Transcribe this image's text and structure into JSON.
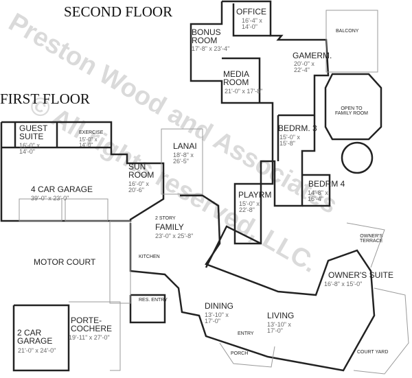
{
  "titles": {
    "second_floor": "SECOND FLOOR",
    "first_floor": "FIRST FLOOR"
  },
  "watermark": "Preston Wood and Associates © All rights reserved, LLC.",
  "second_floor_rooms": {
    "office": {
      "name": "OFFICE",
      "dims": "16'-4\" x\n14'-0\""
    },
    "bonus": {
      "name": "BONUS\nROOM",
      "dims": "17'-8\" x 23'-4\""
    },
    "balcony": {
      "name": "BALCONY"
    },
    "gamerm": {
      "name": "GAMERM.",
      "dims": "20'-0\" x\n22'-4\""
    },
    "media": {
      "name": "MEDIA\nROOM",
      "dims": "21'-0\" x 17'-8\""
    },
    "open_family": {
      "name": "OPEN TO\nFAMILY ROOM"
    },
    "bedrm3": {
      "name": "BEDRM. 3",
      "dims": "15'-0\" x\n15'-8\""
    },
    "bedrm4": {
      "name": "BEDRM 4",
      "dims": "14'-8\" x\n16'-4\""
    },
    "playrm": {
      "name": "PLAYRM",
      "dims": "15'-0\" x\n22'-8\""
    }
  },
  "first_floor_rooms": {
    "guest": {
      "name": "GUEST\nSUITE",
      "dims": "16'-0\" x\n14'-0\""
    },
    "exercise": {
      "name": "EXERCISE",
      "dims": "15'-0\" x\n14'-0\""
    },
    "lanai": {
      "name": "LANAI",
      "dims": "18'-8\" x\n26'-5\""
    },
    "sunroom": {
      "name": "SUN\nROOM",
      "dims": "16'-0\" x\n20'-6\""
    },
    "garage4": {
      "name": "4 CAR GARAGE",
      "dims": "39'-0\" x 23'-0\""
    },
    "family": {
      "pre": "2 STORY",
      "name": "FAMILY",
      "dims": "23'-0\" x 25'-8\""
    },
    "motor_court": {
      "name": "MOTOR COURT"
    },
    "kitchen": {
      "name": "KITCHEN"
    },
    "res_entry": {
      "name": "RES. ENTRY"
    },
    "dining": {
      "name": "DINING",
      "dims": "13'-10\" x\n17'-0\""
    },
    "living": {
      "name": "LIVING",
      "dims": "13'-10\" x\n17'-0\""
    },
    "owners_terrace": {
      "name": "OWNER'S\nTERRACE"
    },
    "owners_suite": {
      "name": "OWNER'S SUITE",
      "dims": "16'-8\" x 15'-0\""
    },
    "porte": {
      "name": "PORTE-\nCOCHERE",
      "dims": "19'-11\" x 27'-0\""
    },
    "garage2": {
      "name": "2 CAR\nGARAGE",
      "dims": "21'-0\" x 24'-0\""
    },
    "entry": {
      "name": "ENTRY"
    },
    "porch": {
      "name": "PORCH"
    },
    "court_yard": {
      "name": "COURT YARD"
    }
  }
}
